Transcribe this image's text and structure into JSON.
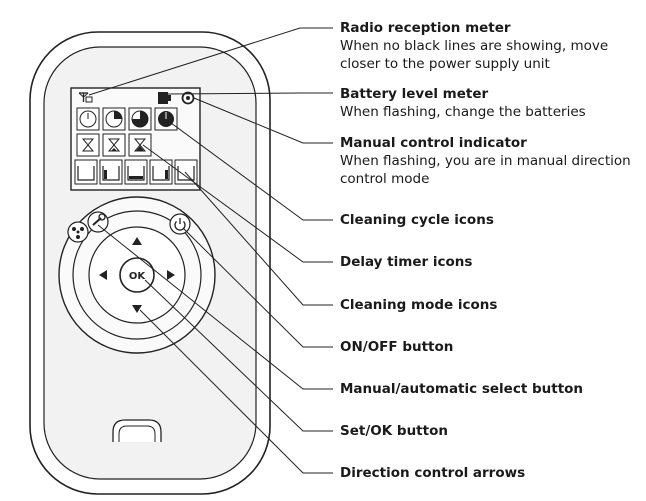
{
  "labels": [
    {
      "id": "radio",
      "title": "Radio reception meter",
      "desc": "When no black lines are showing, move closer to the power supply unit"
    },
    {
      "id": "battery",
      "title": "Battery level meter",
      "desc": "When flashing, change the batteries"
    },
    {
      "id": "manual",
      "title": "Manual control indicator",
      "desc": "When flashing, you are in manual direction control mode"
    },
    {
      "id": "cycle",
      "title": "Cleaning cycle icons",
      "desc": ""
    },
    {
      "id": "delay",
      "title": "Delay timer icons",
      "desc": ""
    },
    {
      "id": "mode",
      "title": "Cleaning mode icons",
      "desc": ""
    },
    {
      "id": "onoff",
      "title": "ON/OFF button",
      "desc": ""
    },
    {
      "id": "select",
      "title": "Manual/automatic select button",
      "desc": ""
    },
    {
      "id": "ok",
      "title": "Set/OK button",
      "desc": ""
    },
    {
      "id": "arrows",
      "title": "Direction control arrows",
      "desc": ""
    }
  ],
  "device": {
    "ok_button_label": "OK"
  },
  "icons": {
    "antenna": "antenna-icon",
    "battery": "battery-icon",
    "manual": "manual-control-icon",
    "power": "power-icon",
    "wrench": "wrench-icon",
    "fan": "fan-icon"
  }
}
